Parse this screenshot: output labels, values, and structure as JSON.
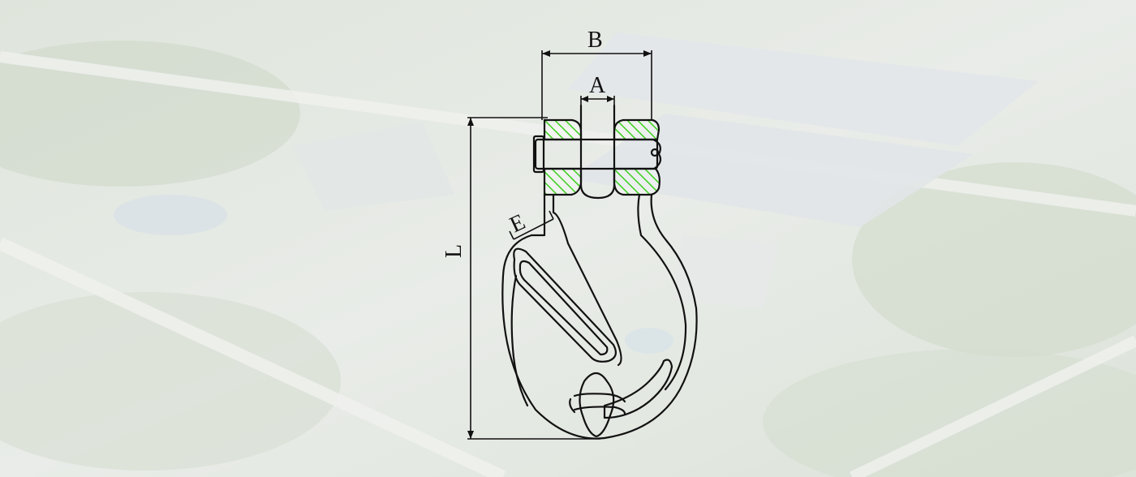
{
  "diagram": {
    "labels": {
      "dim_b": "B",
      "dim_a": "A",
      "dim_e": "E",
      "dim_l": "L"
    },
    "colors": {
      "hatch": "#3ccf1e",
      "outline": "#111111",
      "background_overlay": "#eef0ee"
    }
  }
}
